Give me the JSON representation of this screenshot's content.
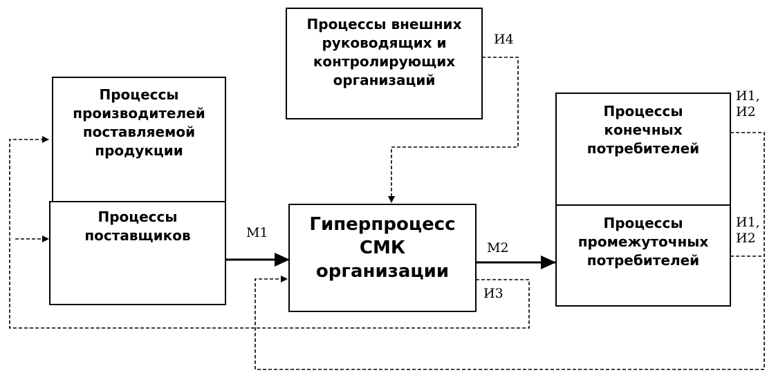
{
  "boxes": {
    "external": "Процессы внешних\nруководящих и\nконтролирующих\nорганизаций",
    "manufacturers": "Процессы\nпроизводителей\nпоставляемой\nпродукции",
    "suppliers": "Процессы\nпоставщиков",
    "hyperprocess": "Гиперпроцесс\nСМК\nорганизации",
    "final_consumers": "Процессы\nконечных\nпотребителей",
    "intermediate_consumers": "Процессы\nпромежуточных\nпотребителей"
  },
  "labels": {
    "m1": "М1",
    "m2": "М2",
    "i3": "И3",
    "i4": "И4",
    "i1i2_top": "И1,\nИ2",
    "i1i2_bottom": "И1,\nИ2"
  }
}
